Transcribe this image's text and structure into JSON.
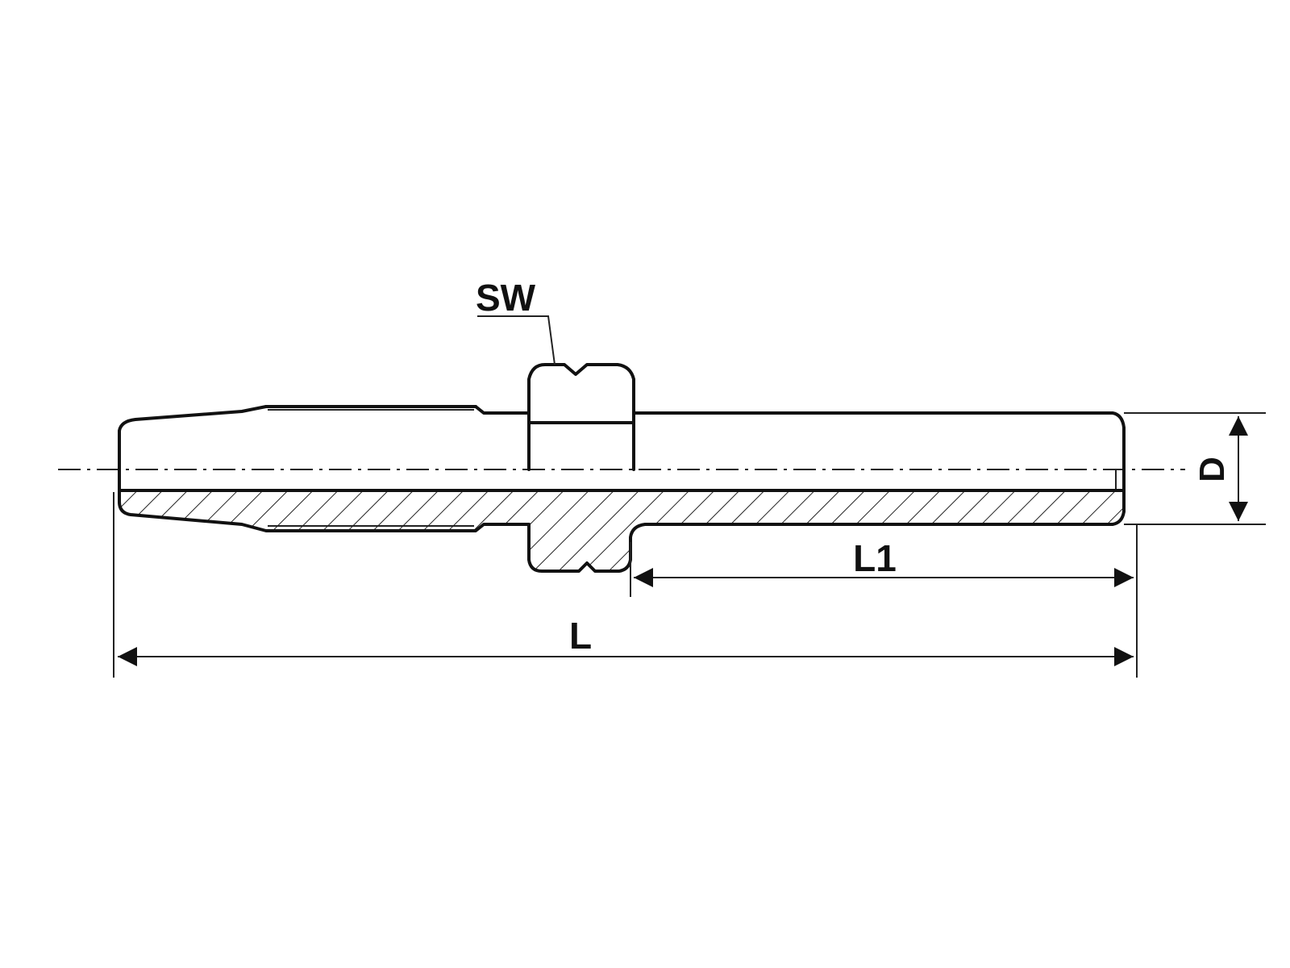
{
  "labels": {
    "sw": "SW",
    "d": "D",
    "l1": "L1",
    "l": "L"
  },
  "colors": {
    "line": "#111111",
    "background": "#ffffff"
  }
}
